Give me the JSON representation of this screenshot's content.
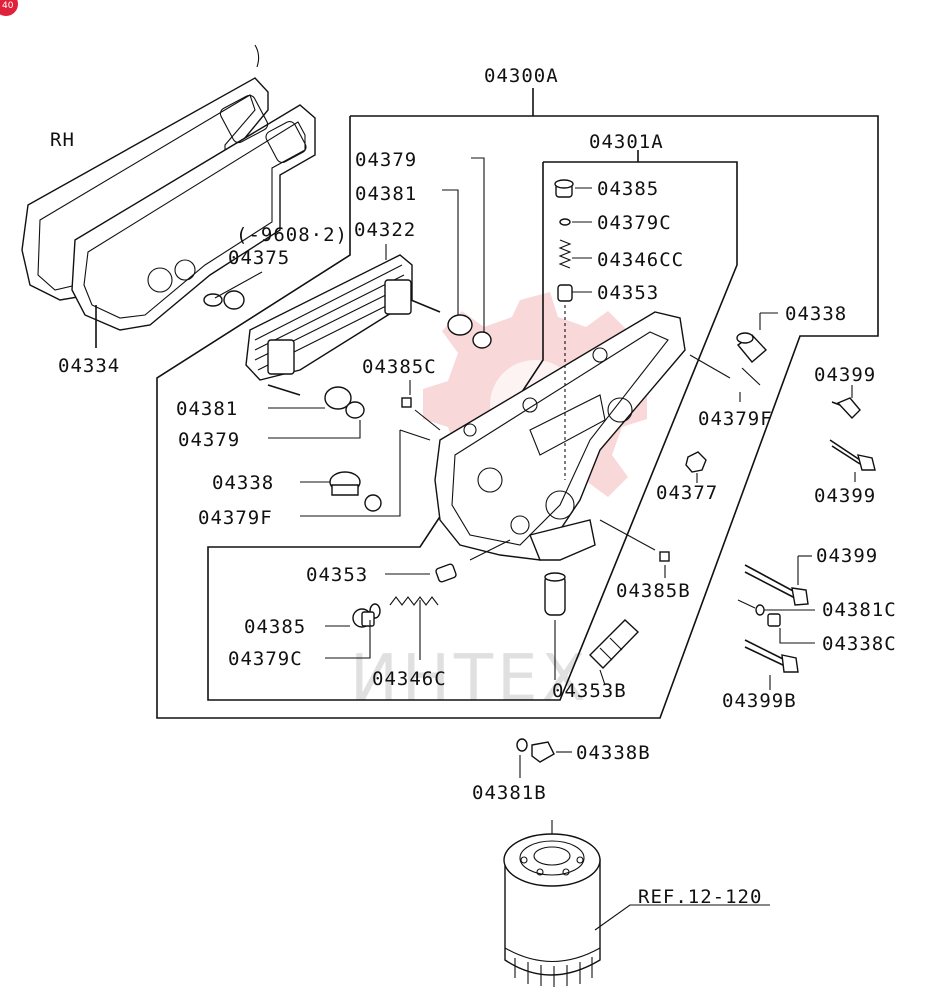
{
  "diagram": {
    "side_label": "RH",
    "ref_label": "REF.12-120",
    "date_note": "(-9608·2)",
    "watermark_text": "ИНТЕХ",
    "badge": "40",
    "assembly_main": "04300A",
    "assembly_sub": "04301A",
    "labels": {
      "p04379_top": "04379",
      "p04381_top": "04381",
      "p04322": "04322",
      "p04375": "04375",
      "p04334": "04334",
      "p04385_top": "04385",
      "p04379C_top": "04379C",
      "p04346CC": "04346CC",
      "p04353_top": "04353",
      "p04338_right": "04338",
      "p04379F_right": "04379F",
      "p04385C": "04385C",
      "p04381_left": "04381",
      "p04379_left": "04379",
      "p04338_left": "04338",
      "p04379F_left": "04379F",
      "p04353_mid": "04353",
      "p04385_bot": "04385",
      "p04379C_bot": "04379C",
      "p04346C": "04346C",
      "p04353B": "04353B",
      "p04385B": "04385B",
      "p04377": "04377",
      "p04399_a": "04399",
      "p04399_b": "04399",
      "p04399_c": "04399",
      "p04381C": "04381C",
      "p04338C": "04338C",
      "p04399B": "04399B",
      "p04338B": "04338B",
      "p04381B": "04381B"
    }
  }
}
